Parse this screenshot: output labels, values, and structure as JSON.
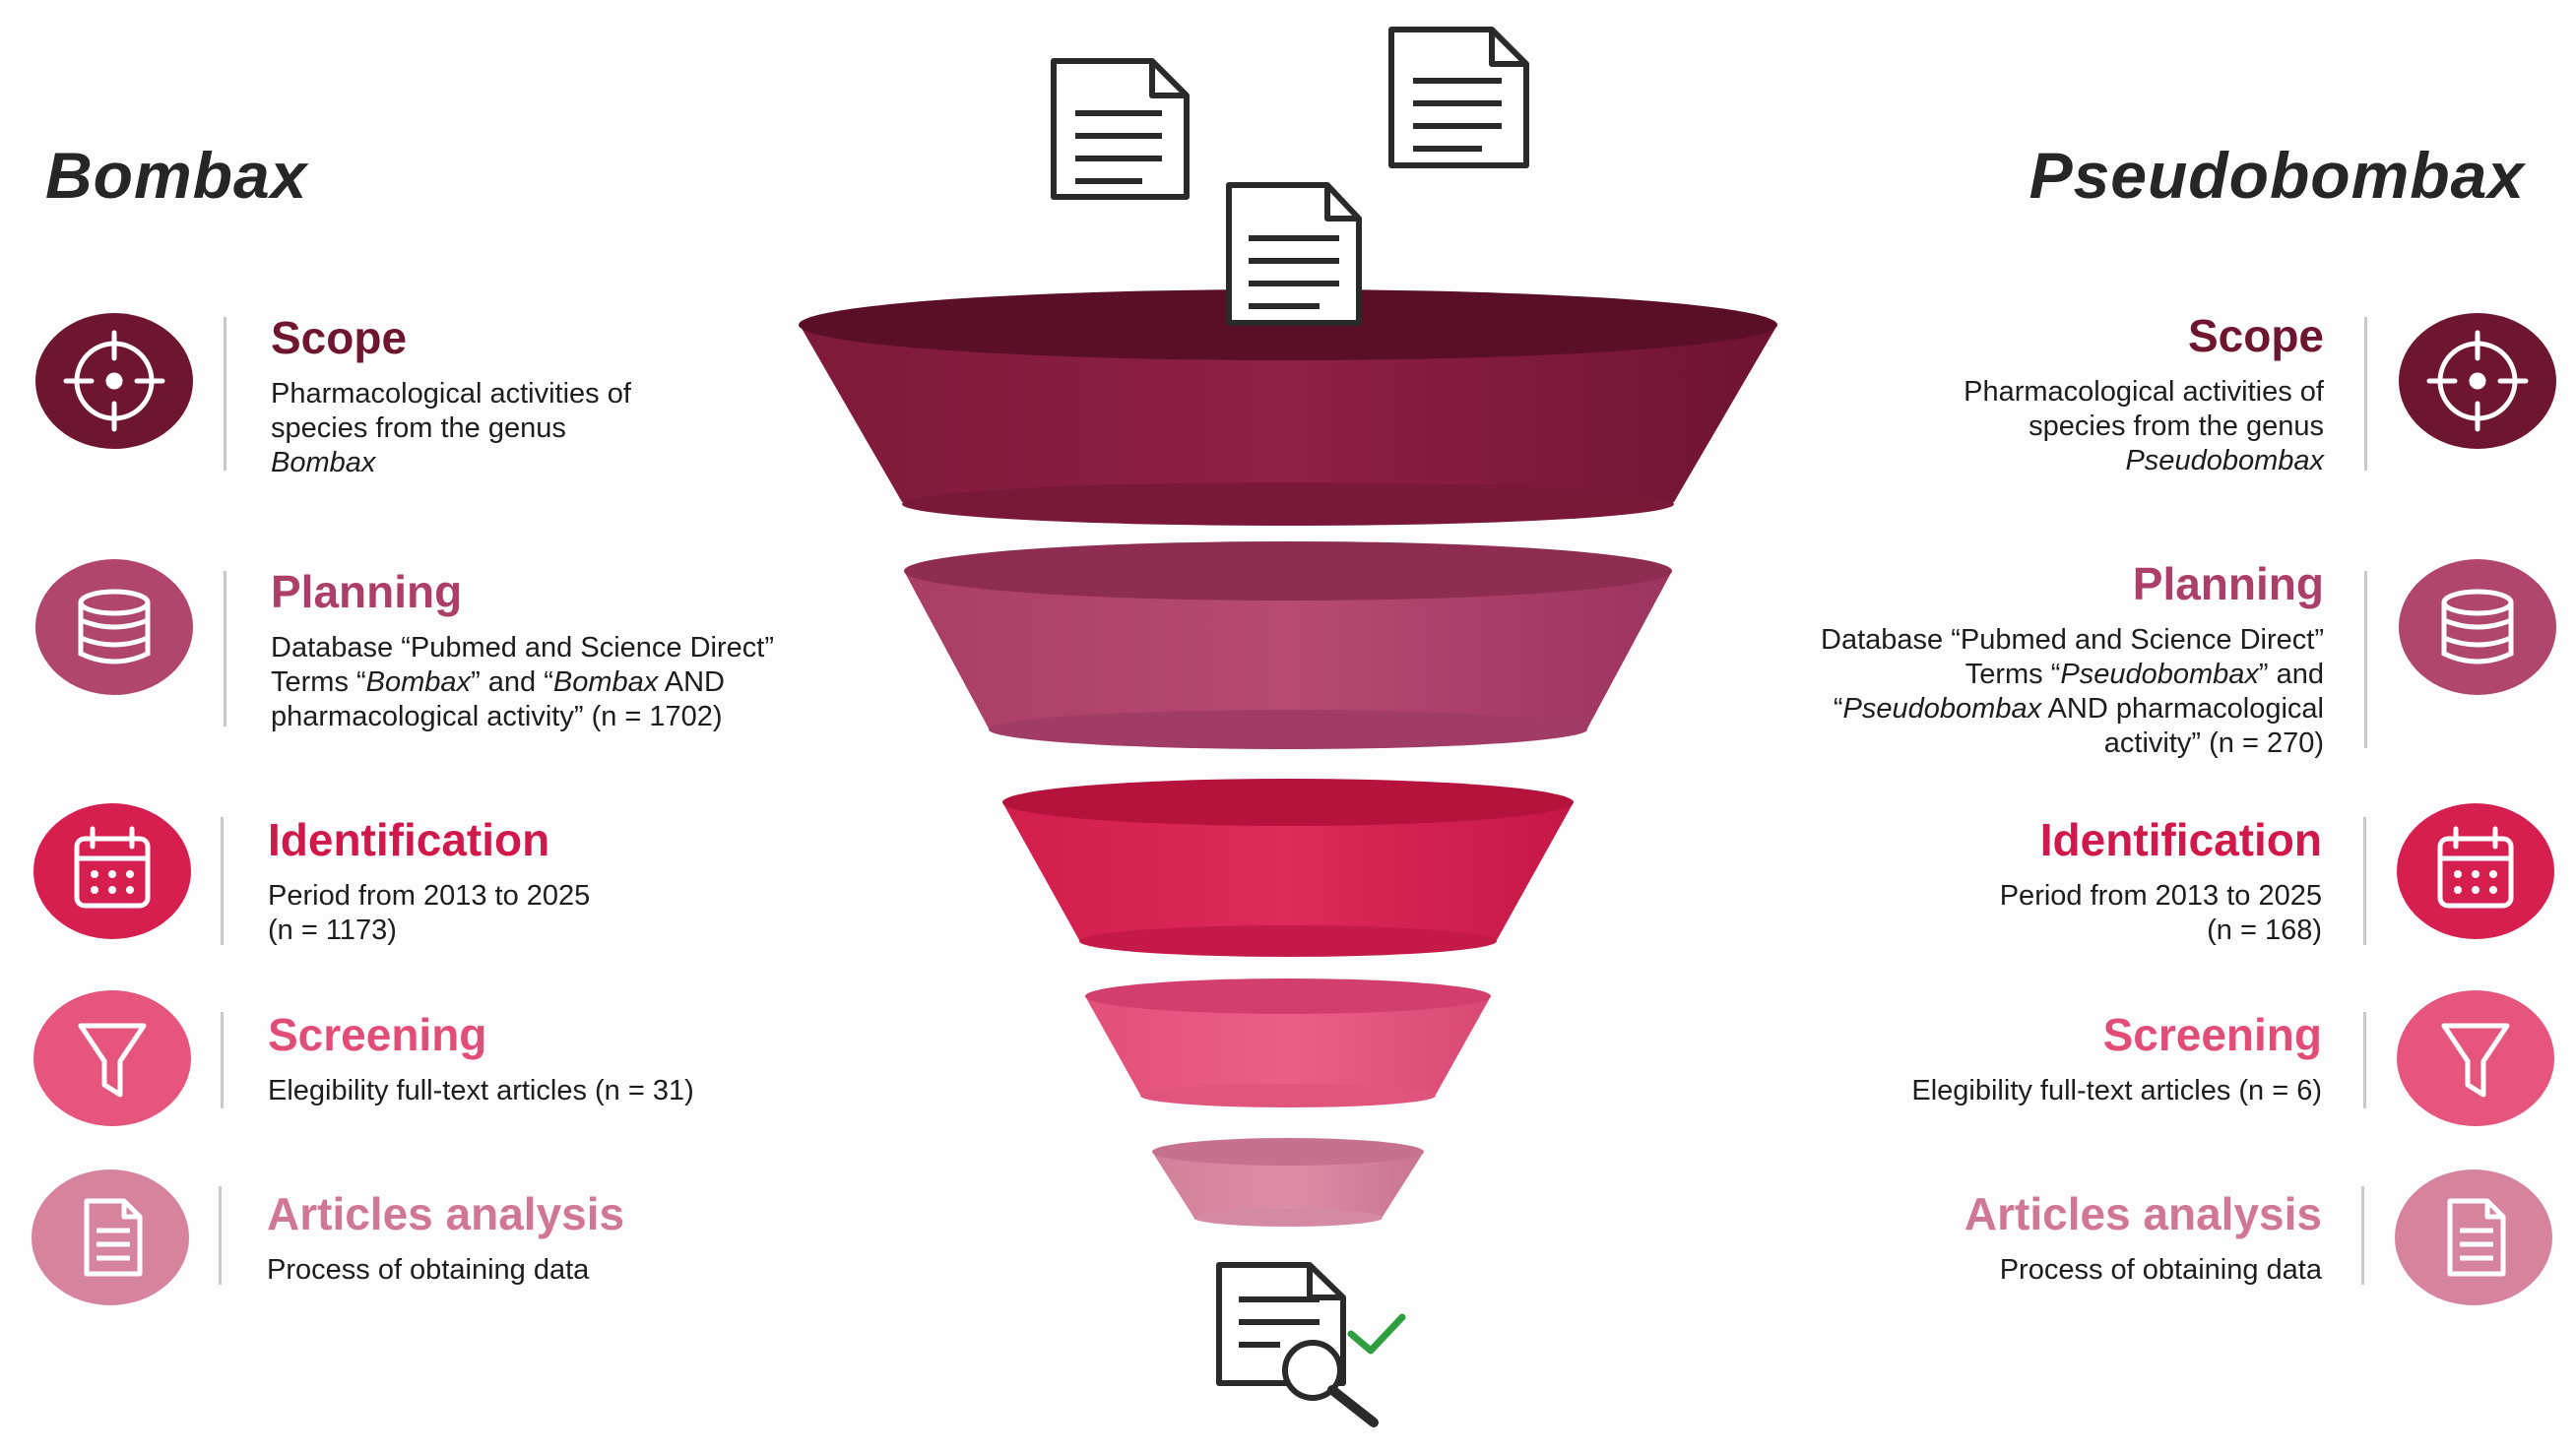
{
  "titles": {
    "left": "Bombax",
    "right": "Pseudobombax"
  },
  "colors": {
    "scope": "#6e1530",
    "planning": "#b0466e",
    "identification": "#d61f4f",
    "screening": "#e6557e",
    "analysis": "#d6839e",
    "check": "#2e9e3e"
  },
  "left": {
    "scope": {
      "title": "Scope",
      "d1": "Pharmacological activities of",
      "d2": "species from the genus",
      "d3": "Bombax",
      "icon": "target-icon"
    },
    "planning": {
      "title": "Planning",
      "d1": "Database “Pubmed and Science Direct”",
      "d2a": "Terms “",
      "d2b": "Bombax",
      "d2c": "” and “",
      "d2d": "Bombax",
      "d2e": " AND",
      "d3": "pharmacological activity” (n = 1702)",
      "icon": "database-icon"
    },
    "identification": {
      "title": "Identification",
      "d1": "Period from 2013 to 2025",
      "d2": "(n = 1173)",
      "icon": "calendar-icon"
    },
    "screening": {
      "title": "Screening",
      "d1": "Elegibility full-text articles (n = 31)",
      "icon": "filter-icon"
    },
    "analysis": {
      "title": "Articles analysis",
      "d1": "Process of obtaining data",
      "icon": "document-icon"
    }
  },
  "right": {
    "scope": {
      "title": "Scope",
      "d1": "Pharmacological activities of",
      "d2": "species from the genus",
      "d3": "Pseudobombax",
      "icon": "target-icon"
    },
    "planning": {
      "title": "Planning",
      "d1": "Database “Pubmed and Science Direct”",
      "d2a": "Terms “",
      "d2b": "Pseudobombax",
      "d2c": "” and",
      "d3a": "“",
      "d3b": "Pseudobombax",
      "d3c": " AND pharmacological",
      "d4": "activity” (n = 270)",
      "icon": "database-icon"
    },
    "identification": {
      "title": "Identification",
      "d1": "Period from 2013 to 2025",
      "d2": "(n = 168)",
      "icon": "calendar-icon"
    },
    "screening": {
      "title": "Screening",
      "d1": "Elegibility full-text articles (n = 6)",
      "icon": "filter-icon"
    },
    "analysis": {
      "title": "Articles analysis",
      "d1": "Process of obtaining data",
      "icon": "document-icon"
    }
  }
}
